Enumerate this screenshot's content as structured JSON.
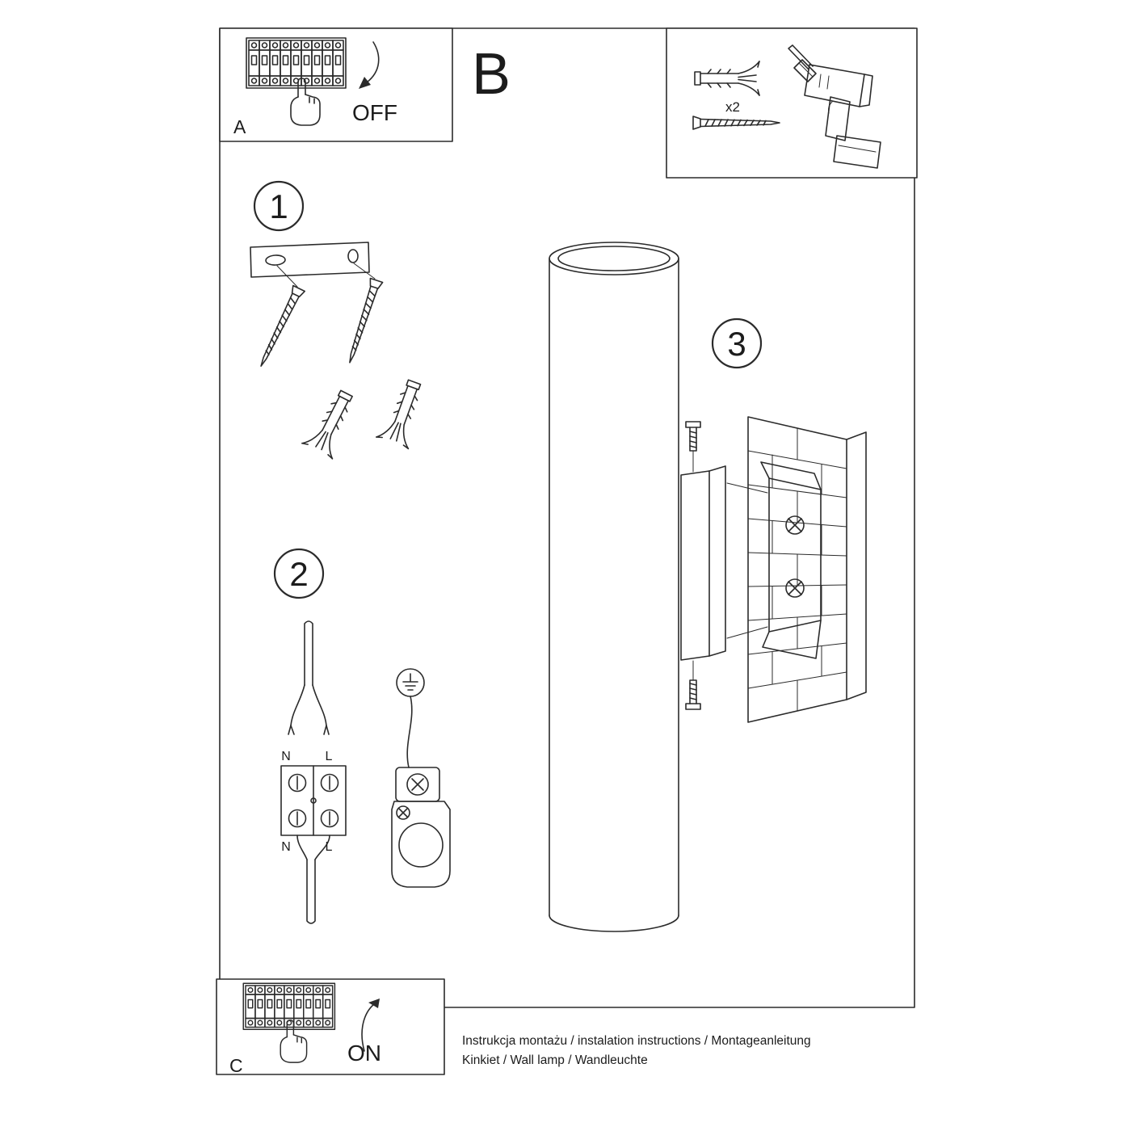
{
  "sheet": {
    "power_off_box": {
      "label": "A",
      "state": "OFF"
    },
    "section_b_label": "B",
    "hardware_box": {
      "quantity": "x2"
    },
    "step1": {
      "number": "1"
    },
    "step2": {
      "number": "2",
      "terminal_top_left": "N",
      "terminal_top_right": "L",
      "terminal_bottom_left": "N",
      "terminal_bottom_right": "L"
    },
    "step3": {
      "number": "3"
    },
    "power_on_box": {
      "label": "C",
      "state": "ON"
    },
    "footer": {
      "line1": "Instrukcja montażu / instalation instructions / Montageanleitung",
      "line2": "Kinkiet / Wall lamp / Wandleuchte"
    }
  },
  "colors": {
    "line": "#2b2b2b",
    "text": "#1c1c1c",
    "background": "#ffffff"
  }
}
